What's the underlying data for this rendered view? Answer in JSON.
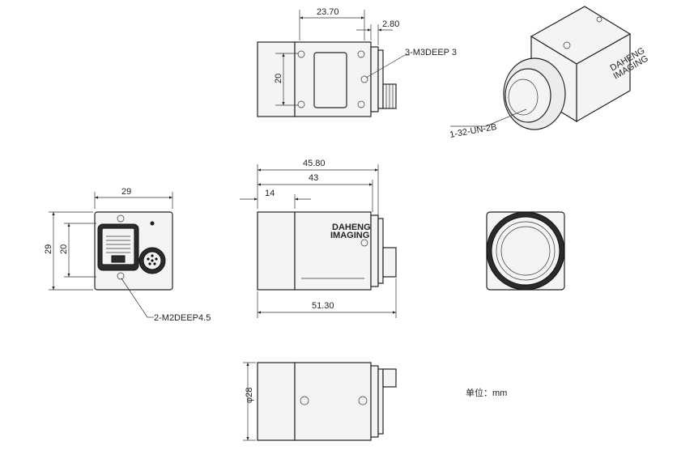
{
  "top_view": {
    "dim_width": "23.70",
    "dim_offset": "2.80",
    "dim_height": "20",
    "hole_callout": "3-M3DEEP 3"
  },
  "iso_view": {
    "thread_callout": "1-32-UN-2B",
    "brand_line1": "DAHENG",
    "brand_line2": "IMAGING"
  },
  "rear_view": {
    "dim_width": "29",
    "dim_outer_height": "29",
    "dim_inner_height": "20",
    "hole_callout": "2-M2DEEP4.5"
  },
  "side_view": {
    "dim_total": "45.80",
    "dim_body": "43",
    "dim_lens": "14",
    "dim_overall": "51.30",
    "brand_line1": "DAHENG",
    "brand_line2": "IMAGING"
  },
  "bottom_view": {
    "dim_diameter": "φ28"
  },
  "unit_note": "单位：mm"
}
